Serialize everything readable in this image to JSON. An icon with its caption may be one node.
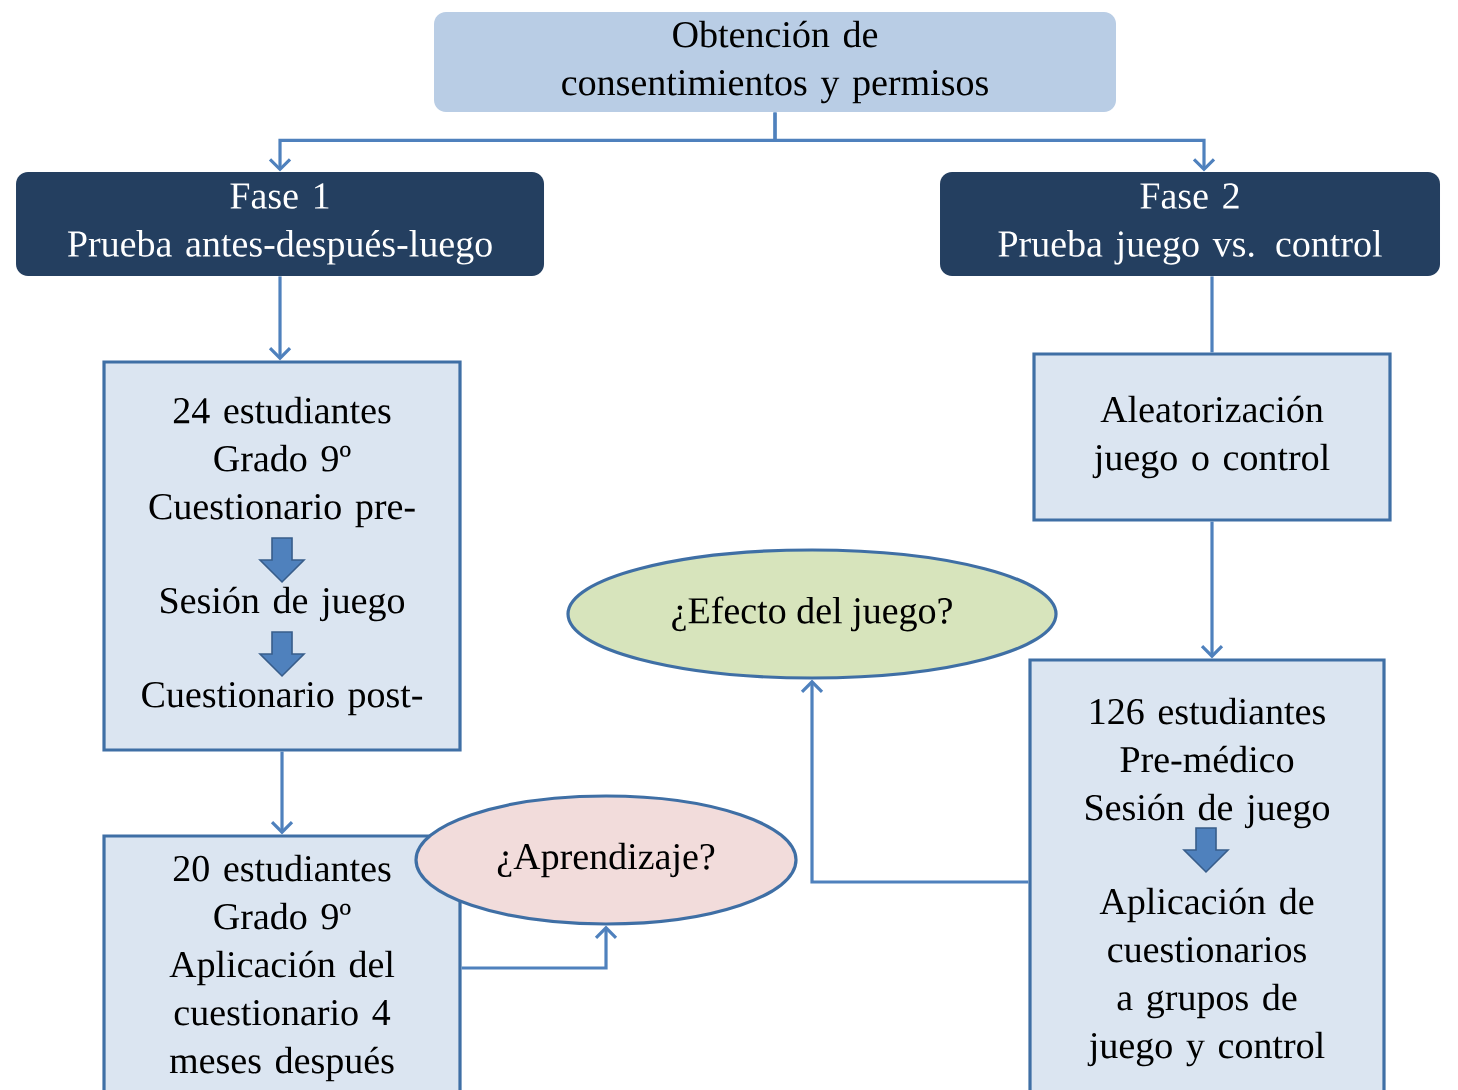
{
  "diagram": {
    "nodes": [
      {
        "text": [
          "Obtención de consentimientos y permisos"
        ]
      },
      {
        "text": [
          "Fase 1",
          "Prueba antes-después-luego"
        ]
      },
      {
        "text": [
          "Fase 2",
          "Prueba juego vs. control"
        ]
      },
      {
        "text": [
          "24 estudiantes",
          "Grado 9º",
          "Cuestionario pre-",
          "Sesión de juego",
          "Cuestionario post-"
        ]
      },
      {
        "text": [
          "Aleatorización juego o control"
        ]
      },
      {
        "text": [
          "¿Efecto del juego?"
        ]
      },
      {
        "text": [
          "126 estudiantes",
          "Pre-médico",
          "Sesión de juego",
          "Aplicación de cuestionarios a grupos de juego y control"
        ]
      },
      {
        "text": [
          "20 estudiantes",
          "Grado 9º",
          "Aplicación del cuestionario 4 meses después"
        ]
      },
      {
        "text": [
          "¿Aprendizaje?"
        ]
      }
    ],
    "edges": [
      {
        "from": 0,
        "to": 1,
        "arrow": "to"
      },
      {
        "from": 0,
        "to": 2,
        "arrow": "to"
      },
      {
        "from": 1,
        "to": 3,
        "arrow": "to"
      },
      {
        "from": 2,
        "to": 4,
        "arrow": "none"
      },
      {
        "from": 3,
        "to": 7,
        "arrow": "to"
      },
      {
        "from": 4,
        "to": 6,
        "arrow": "to"
      },
      {
        "from": 7,
        "to": 8,
        "arrow": "to"
      },
      {
        "from": 6,
        "to": 5,
        "arrow": "to"
      }
    ]
  }
}
